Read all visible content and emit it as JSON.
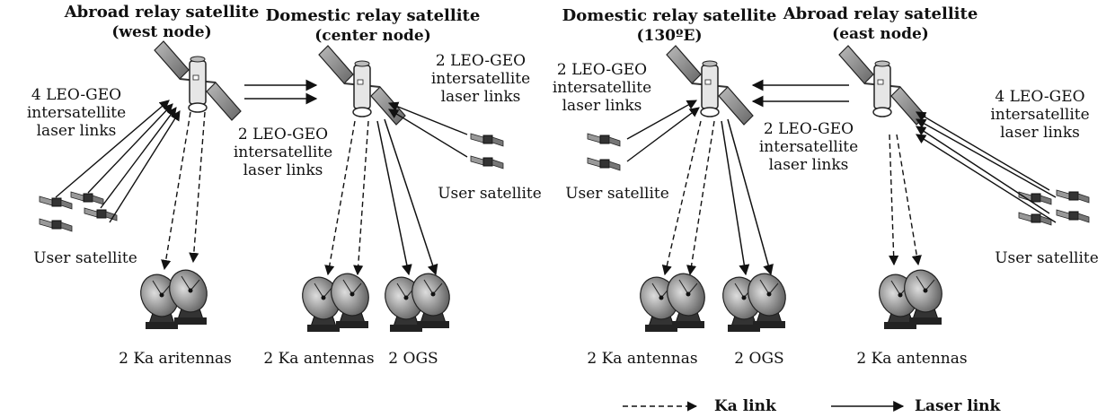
{
  "nodes": {
    "west": {
      "title": "Abroad relay satellite",
      "subtitle": "(west node)"
    },
    "center": {
      "title": "Domestic relay satellite",
      "subtitle": "(center node)"
    },
    "domestic130": {
      "title": "Domestic relay satellite",
      "subtitle": "(130ºE)"
    },
    "east": {
      "title": "Abroad relay satellite",
      "subtitle": "(east node)"
    }
  },
  "links": {
    "west_user_links": [
      "4 LEO-GEO",
      "intersatellite",
      "laser links"
    ],
    "center_user_links": [
      "2 LEO-GEO",
      "intersatellite",
      "laser links"
    ],
    "west_center_links": [
      "2 LEO-GEO",
      "intersatellite",
      "laser links"
    ],
    "dom130_user_links": [
      "2 LEO-GEO",
      "intersatellite",
      "laser links"
    ],
    "dom130_east_links": [
      "2 LEO-GEO",
      "intersatellite",
      "laser links"
    ],
    "east_user_links": [
      "4 LEO-GEO",
      "intersatellite",
      "laser links"
    ]
  },
  "user_labels": {
    "west": "User satellite",
    "center": "User satellite",
    "dom130": "User satellite",
    "east": "User satellite"
  },
  "ground_labels": {
    "west_ka": "2 Ka aritennas",
    "center_ka": "2 Ka antennas",
    "center_ogs": "2 OGS",
    "dom130_ka": "2 Ka antennas",
    "dom130_ogs": "2 OGS",
    "east_ka": "2 Ka antennas"
  },
  "legend": {
    "ka": "Ka link",
    "laser": "Laser link"
  }
}
